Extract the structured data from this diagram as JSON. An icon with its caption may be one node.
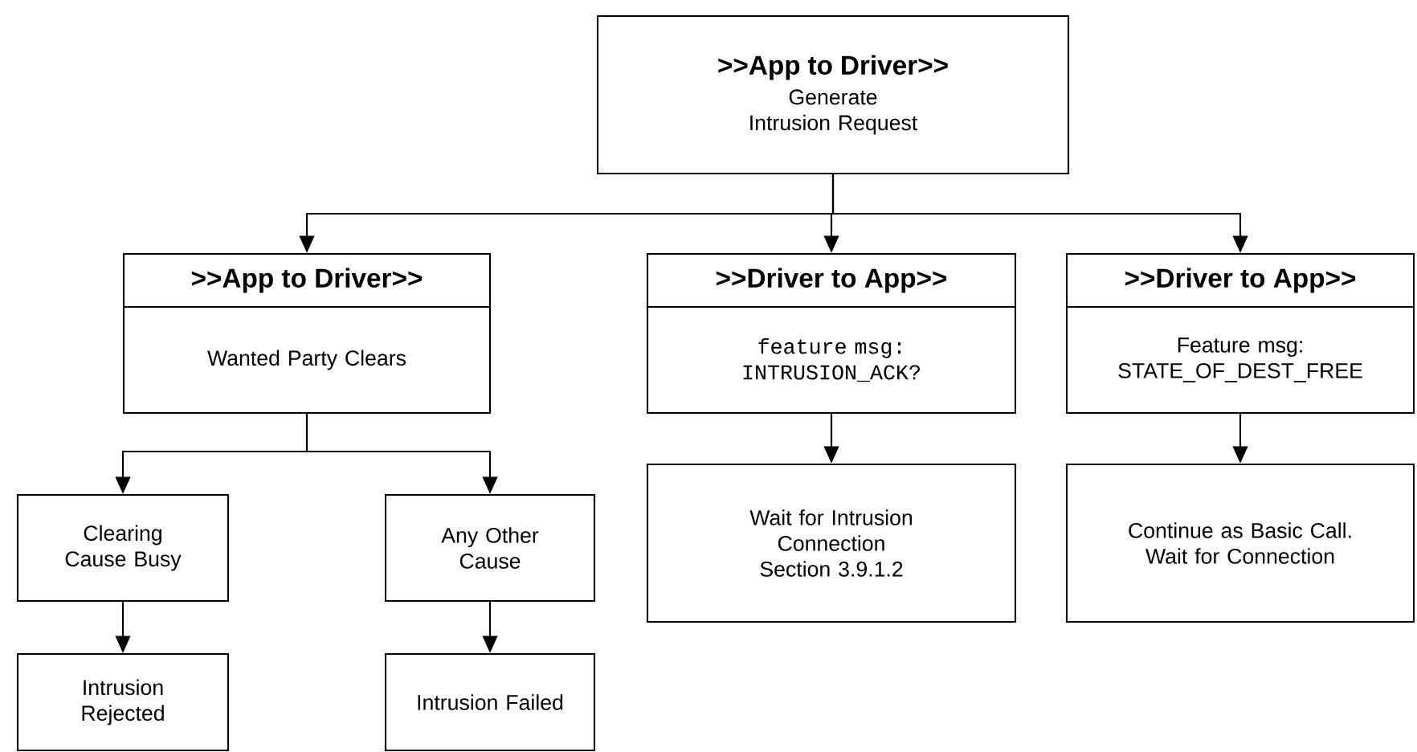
{
  "diagram": {
    "nodes": [
      {
        "text": [
          ">>App to Driver>>",
          "Generate Intrusion Request"
        ]
      },
      {
        "text": [
          ">>App to Driver>>",
          "Wanted Party Clears"
        ]
      },
      {
        "text": [
          ">>Driver to App>>",
          "feature msg: INTRUSION_ACK?"
        ]
      },
      {
        "text": [
          ">>Driver to App>>",
          "Feature msg: STATE_OF_DEST_FREE"
        ]
      },
      {
        "text": [
          "Clearing Cause Busy"
        ]
      },
      {
        "text": [
          "Any Other Cause"
        ]
      },
      {
        "text": [
          "Intrusion Rejected"
        ]
      },
      {
        "text": [
          "Intrusion Failed"
        ]
      },
      {
        "text": [
          "Wait for Intrusion Connection Section 3.9.1.2"
        ]
      },
      {
        "text": [
          "Continue as Basic Call. Wait for Connection"
        ]
      }
    ],
    "edges": [
      {
        "from": 0,
        "to": 1,
        "arrow": "to"
      },
      {
        "from": 0,
        "to": 2,
        "arrow": "to"
      },
      {
        "from": 0,
        "to": 3,
        "arrow": "to"
      },
      {
        "from": 1,
        "to": 4,
        "arrow": "to"
      },
      {
        "from": 1,
        "to": 5,
        "arrow": "to"
      },
      {
        "from": 4,
        "to": 6,
        "arrow": "to"
      },
      {
        "from": 5,
        "to": 7,
        "arrow": "to"
      },
      {
        "from": 2,
        "to": 8,
        "arrow": "to"
      },
      {
        "from": 3,
        "to": 9,
        "arrow": "to"
      }
    ]
  }
}
